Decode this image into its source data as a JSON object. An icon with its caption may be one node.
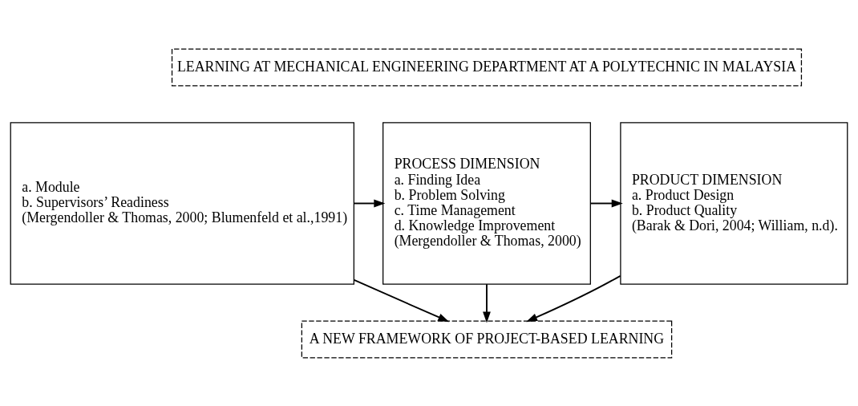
{
  "diagram": {
    "nodes": [
      {
        "text": [
          "LEARNING AT MECHANICAL ENGINEERING DEPARTMENT AT A POLYTECHNIC IN MALAYSIA"
        ]
      },
      {
        "text": [
          "a. Module",
          "b. Supervisors’ Readiness",
          "(Mergendoller & Thomas, 2000; Blumenfeld et al.,1991)"
        ]
      },
      {
        "text": [
          "PROCESS DIMENSION",
          "a. Finding Idea",
          "b. Problem Solving",
          "c. Time Management",
          "d. Knowledge Improvement",
          "(Mergendoller & Thomas, 2000)"
        ]
      },
      {
        "text": [
          "PRODUCT DIMENSION",
          "a. Product Design",
          "b. Product Quality",
          "(Barak & Dori, 2004; William, n.d)."
        ]
      },
      {
        "text": [
          "A NEW FRAMEWORK OF PROJECT-BASED LEARNING"
        ]
      }
    ],
    "edges": [
      {
        "from": 1,
        "to": 2,
        "arrow": "to"
      },
      {
        "from": 2,
        "to": 3,
        "arrow": "to"
      },
      {
        "from": 1,
        "to": 4,
        "arrow": "to"
      },
      {
        "from": 2,
        "to": 4,
        "arrow": "to"
      },
      {
        "from": 3,
        "to": 4,
        "arrow": "to"
      }
    ]
  }
}
